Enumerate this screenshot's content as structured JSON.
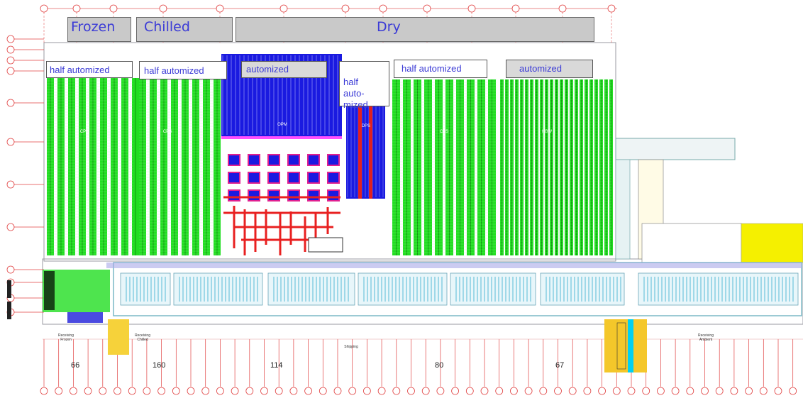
{
  "zones": {
    "frozen": "Frozen",
    "chilled": "Chilled",
    "dry": "Dry"
  },
  "areas": {
    "a1": "half automized",
    "a2": "half automized",
    "a3": "automized",
    "a4": "half\nauto-\nmized",
    "a5": "half automized",
    "a6": "automized"
  },
  "aisle_labels": {
    "cps1": "CPS",
    "cps2": "CPS",
    "opm": "OPM",
    "dps": "DPS",
    "cps3": "CPS",
    "hbw": "HBW"
  },
  "counts": {
    "frozen": "66",
    "chilled": "160",
    "dry1": "114",
    "dry2": "80",
    "dry3": "67"
  },
  "docks": {
    "frozen": "Receiving\nFrozen",
    "chilled": "Receiving\nChilled",
    "shipping": "Shipping",
    "ambient": "Receiving\nAmbient"
  },
  "colors": {
    "zone_fill": "#c9c9c9",
    "label_text": "#3b3bd6",
    "storage": "#22dd22",
    "automated": "#1a1ae0",
    "conveyor": "#e82020",
    "loading": "#9fd8e8",
    "grid_line": "#e04040"
  }
}
